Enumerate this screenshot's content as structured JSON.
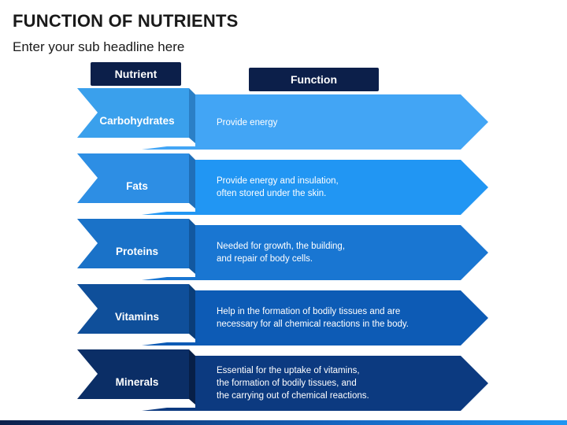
{
  "title": "FUNCTION OF NUTRIENTS",
  "subtitle": "Enter your sub headline here",
  "headers": {
    "nutrient": "Nutrient",
    "function": "Function"
  },
  "rows": [
    {
      "nutrient": "Carbohydrates",
      "icon": "wheat-icon",
      "function": "Provide energy",
      "left_color": "#3aa0ec",
      "right_color": "#42a5f5",
      "side_color": "#2b7fc6"
    },
    {
      "nutrient": "Fats",
      "icon": "fast-food-icon",
      "function": "Provide energy and insulation,\noften stored under the skin.",
      "left_color": "#2d8ee4",
      "right_color": "#2196f3",
      "side_color": "#1f6fb9"
    },
    {
      "nutrient": "Proteins",
      "icon": "protein-food-icon",
      "function": "Needed for growth, the building,\nand repair of body cells.",
      "left_color": "#1a72c8",
      "right_color": "#1976d2",
      "side_color": "#1258a0"
    },
    {
      "nutrient": "Vitamins",
      "icon": "fruits-icon",
      "function": "Help in the formation of bodily tissues and are\nnecessary for all chemical reactions in the body.",
      "left_color": "#0f4f9a",
      "right_color": "#0d5bb5",
      "side_color": "#0a3d78"
    },
    {
      "nutrient": "Minerals",
      "icon": "vegetables-icon",
      "function": "Essential for the uptake of vitamins,\nthe formation of bodily tissues, and\nthe carrying out of chemical reactions.",
      "left_color": "#0b2e66",
      "right_color": "#0c3a80",
      "side_color": "#071f47"
    }
  ]
}
